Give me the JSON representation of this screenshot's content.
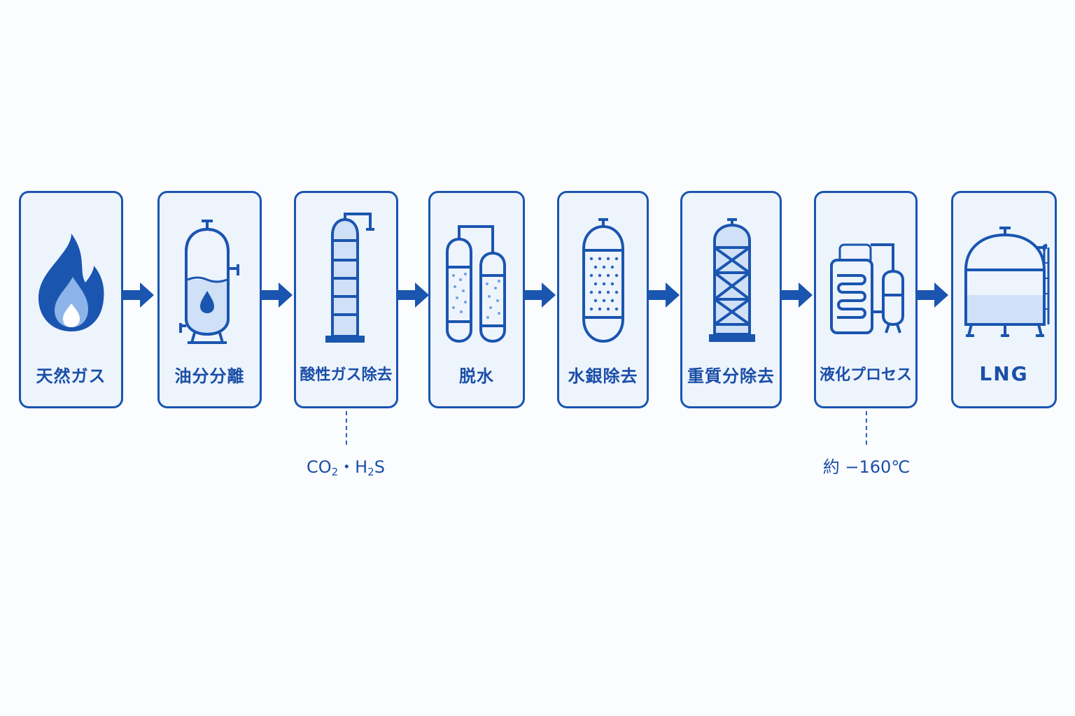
{
  "steps": [
    {
      "label": "天然ガス",
      "icon": "flame-icon"
    },
    {
      "label": "油分分離",
      "icon": "separator-vessel-icon"
    },
    {
      "label": "酸性ガス除去",
      "icon": "absorber-column-icon"
    },
    {
      "label": "脱水",
      "icon": "dehydration-towers-icon"
    },
    {
      "label": "水銀除去",
      "icon": "adsorber-vessel-icon"
    },
    {
      "label": "重質分除去",
      "icon": "packed-column-icon"
    },
    {
      "label": "液化プロセス",
      "icon": "heat-exchanger-icon"
    },
    {
      "label": "LNG",
      "icon": "storage-tank-icon"
    }
  ],
  "notes": {
    "acid_gas": {
      "co": "CO",
      "two_a": "2",
      "mid": "・H",
      "two_b": "2",
      "s": "S"
    },
    "liquefaction": "約 −160℃"
  },
  "colors": {
    "stroke": "#1a55b0",
    "fill_light": "#cfe0f7",
    "fill_mid": "#8cb4ea",
    "box_bg": "#eef4fc"
  }
}
